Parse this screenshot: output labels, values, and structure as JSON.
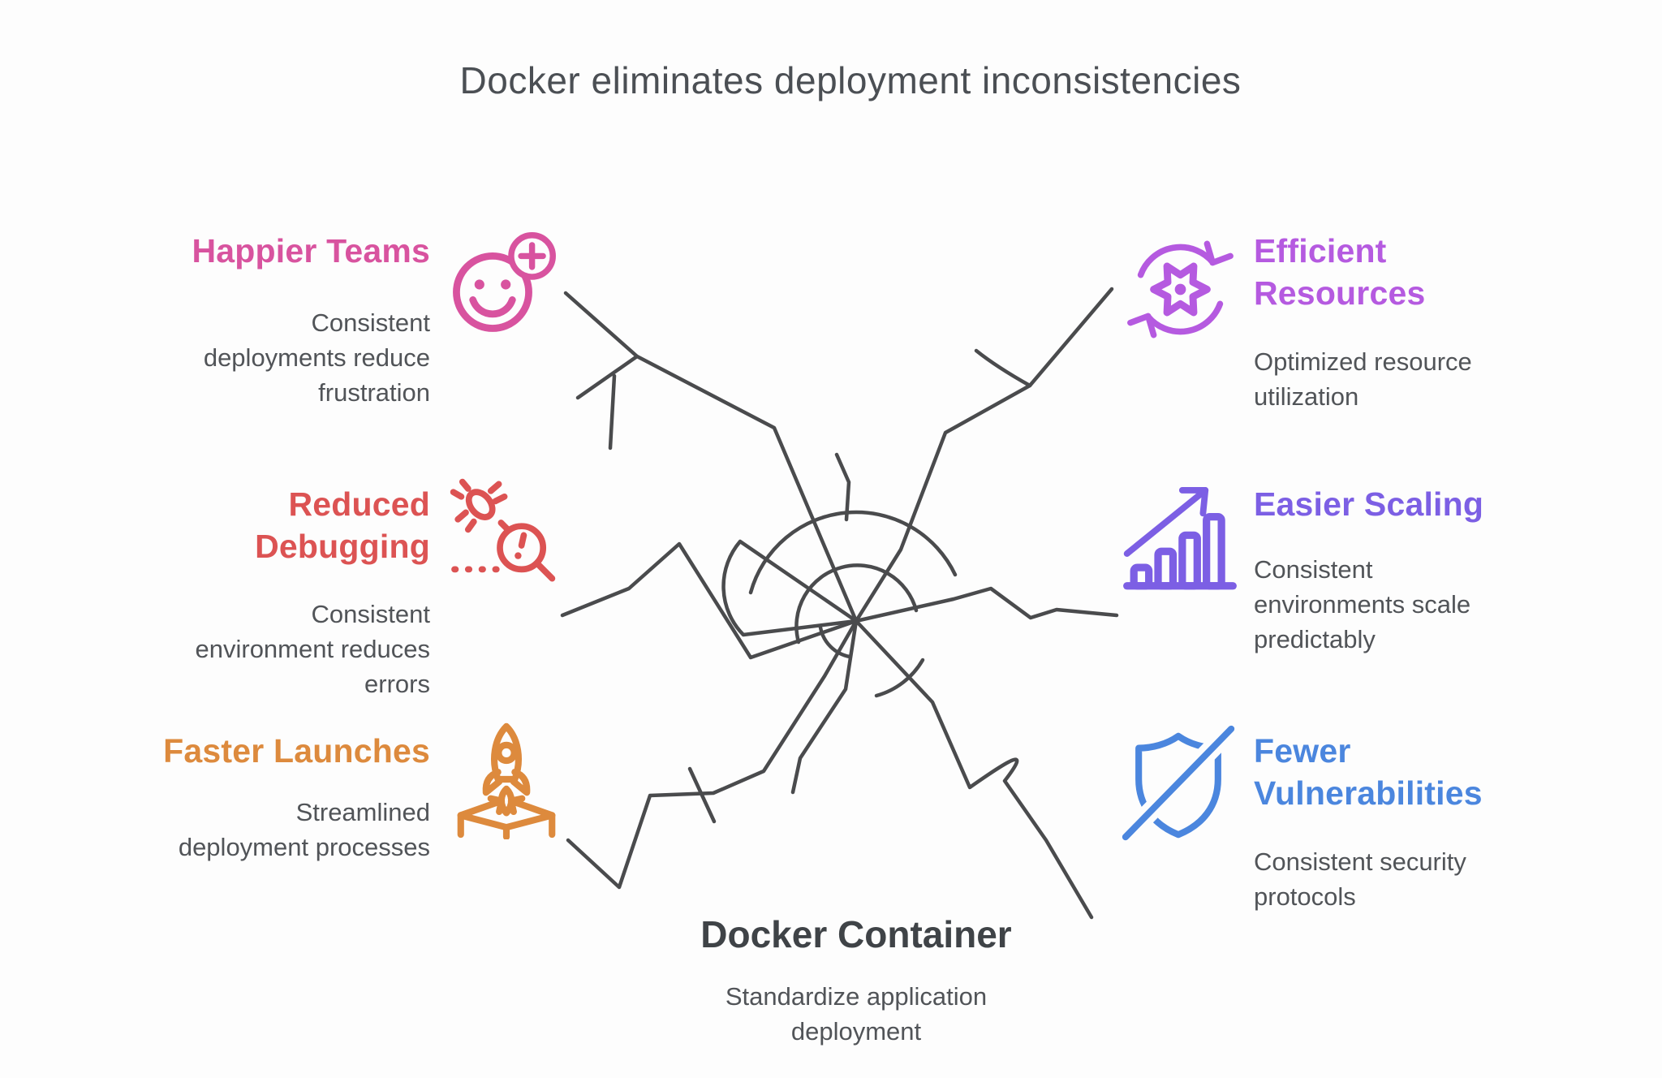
{
  "title": "Docker eliminates deployment inconsistencies",
  "colors": {
    "background": "#fdfdfd",
    "title_text": "#4b4f54",
    "body_text": "#515458",
    "dark_text": "#3f4347",
    "doodle_stroke": "#4a4b4d",
    "pink": "#d8539f",
    "red": "#dc5353",
    "orange": "#dd8a3d",
    "purple": "#b55ae0",
    "violet": "#7c5fe4",
    "blue": "#4b86de"
  },
  "left_items": [
    {
      "id": "happier-teams",
      "color": "#d8539f",
      "heading_lines": [
        "Happier Teams"
      ],
      "body_lines": [
        "Consistent",
        "deployments reduce",
        "frustration"
      ],
      "icon": "smiley-plus-icon"
    },
    {
      "id": "reduced-debugging",
      "color": "#dc5353",
      "heading_lines": [
        "Reduced",
        "Debugging"
      ],
      "body_lines": [
        "Consistent",
        "environment reduces",
        "errors"
      ],
      "icon": "bug-magnifier-icon"
    },
    {
      "id": "faster-launches",
      "color": "#dd8a3d",
      "heading_lines": [
        "Faster Launches"
      ],
      "body_lines": [
        "Streamlined",
        "deployment processes"
      ],
      "icon": "rocket-launch-icon"
    }
  ],
  "right_items": [
    {
      "id": "efficient-resources",
      "color": "#b55ae0",
      "heading_lines": [
        "Efficient",
        "Resources"
      ],
      "body_lines": [
        "Optimized resource",
        "utilization"
      ],
      "icon": "gear-cycle-icon"
    },
    {
      "id": "easier-scaling",
      "color": "#7c5fe4",
      "heading_lines": [
        "Easier Scaling"
      ],
      "body_lines": [
        "Consistent",
        "environments scale",
        "predictably"
      ],
      "icon": "bar-chart-arrow-icon"
    },
    {
      "id": "fewer-vulnerabilities",
      "color": "#4b86de",
      "heading_lines": [
        "Fewer",
        "Vulnerabilities"
      ],
      "body_lines": [
        "Consistent security",
        "protocols"
      ],
      "icon": "shield-slash-icon"
    }
  ],
  "center": {
    "heading": "Docker Container",
    "body_lines": [
      "Standardize application",
      "deployment"
    ]
  }
}
